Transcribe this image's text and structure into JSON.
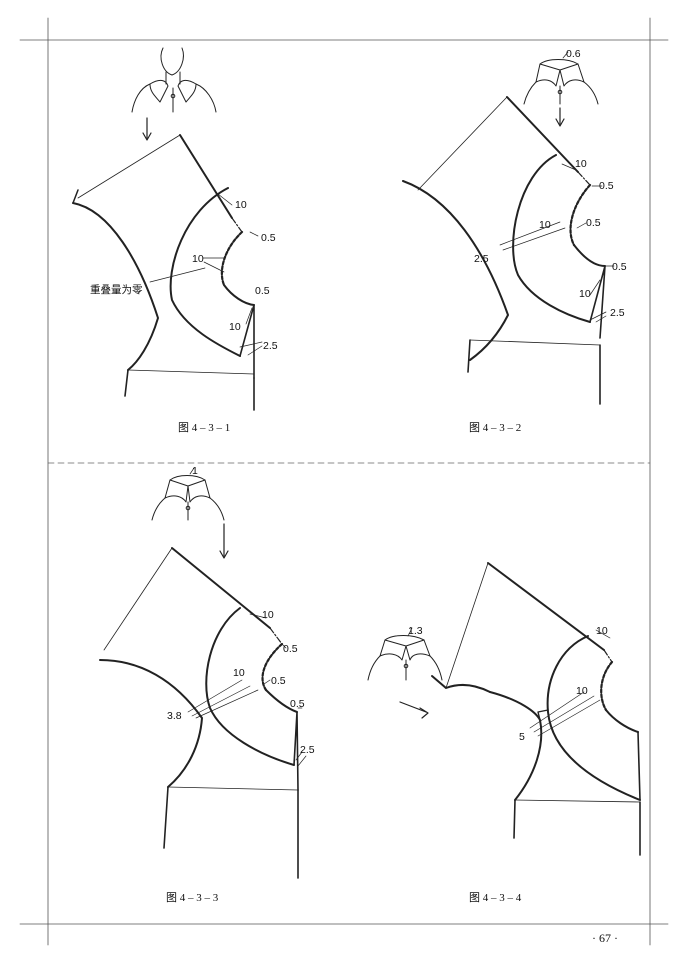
{
  "figures": [
    {
      "caption": "图 4 – 3 – 1",
      "labels": {
        "a": "10",
        "b": "0.5",
        "c": "10",
        "d": "0.5",
        "e": "10",
        "f": "2.5"
      },
      "note": "重叠量为零"
    },
    {
      "caption": "图 4 – 3 – 2",
      "labels": {
        "top": "0.6",
        "a": "10",
        "b": "0.5",
        "c": "10",
        "d": "0.5",
        "e": "2.5",
        "f": "0.5",
        "g": "10",
        "h": "2.5"
      }
    },
    {
      "caption": "图 4 – 3 – 3",
      "labels": {
        "top": "1",
        "a": "10",
        "b": "0.5",
        "c": "10",
        "d": "0.5",
        "e": "3.8",
        "f": "0.5",
        "g": "2.5"
      }
    },
    {
      "caption": "图 4 – 3 – 4",
      "labels": {
        "top": "1.3",
        "a": "10",
        "b": "10",
        "c": "5"
      }
    }
  ],
  "page_number": "· 67 ·"
}
